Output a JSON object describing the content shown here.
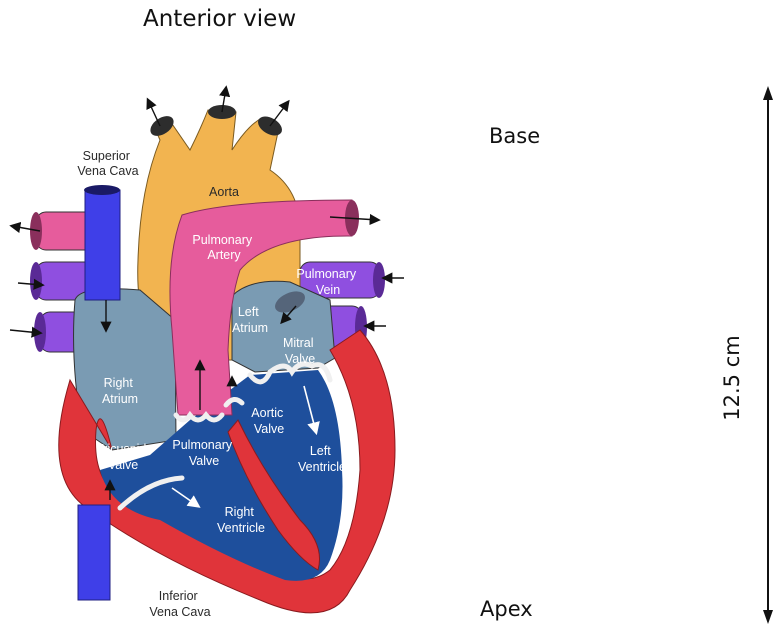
{
  "title": "Anterior view",
  "orientation": {
    "top": "Base",
    "bottom": "Apex"
  },
  "scale": {
    "label": "12.5 cm"
  },
  "labels": {
    "superior_vena_cava": [
      "Superior",
      "Vena Cava"
    ],
    "aorta": [
      "Aorta"
    ],
    "pulmonary_artery": [
      "Pulmonary",
      "Artery"
    ],
    "pulmonary_vein": [
      "Pulmonary",
      "Vein"
    ],
    "left_atrium": [
      "Left",
      "Atrium"
    ],
    "mitral_valve": [
      "Mitral",
      "Valve"
    ],
    "right_atrium": [
      "Right",
      "Atrium"
    ],
    "aortic_valve": [
      "Aortic",
      "Valve"
    ],
    "tricuspid_valve": [
      "Tricuspid",
      "Valve"
    ],
    "pulmonary_valve": [
      "Pulmonary",
      "Valve"
    ],
    "left_ventricle": [
      "Left",
      "Ventricle"
    ],
    "right_ventricle": [
      "Right",
      "Ventricle"
    ],
    "inferior_vena_cava": [
      "Inferior",
      "Vena Cava"
    ]
  },
  "colors": {
    "aorta": "#f2b450",
    "vena_cava": "#3f3fe8",
    "pulmonary_artery": "#e65c9c",
    "pulmonary_vein": "#8f4fe0",
    "atrium": "#7a9bb3",
    "ventricle": "#1e4f9c",
    "myocardium": "#e0343a"
  }
}
